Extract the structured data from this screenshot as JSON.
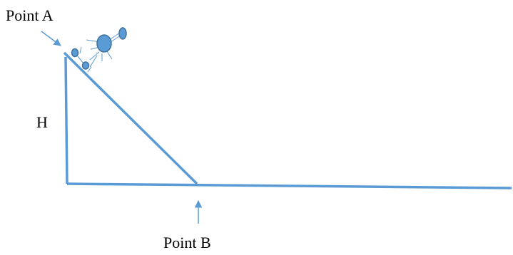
{
  "labels": {
    "point_a": "Point A",
    "height": "H",
    "point_b": "Point B"
  },
  "colors": {
    "ramp": "#5b9bd5",
    "ball_fill": "#5b9bd5",
    "ball_stroke": "#41719c",
    "text": "#000000"
  },
  "icons": {
    "ball": "molecule-ball-icon",
    "arrow_a": "arrow-down-right-icon",
    "arrow_b": "arrow-up-icon"
  }
}
